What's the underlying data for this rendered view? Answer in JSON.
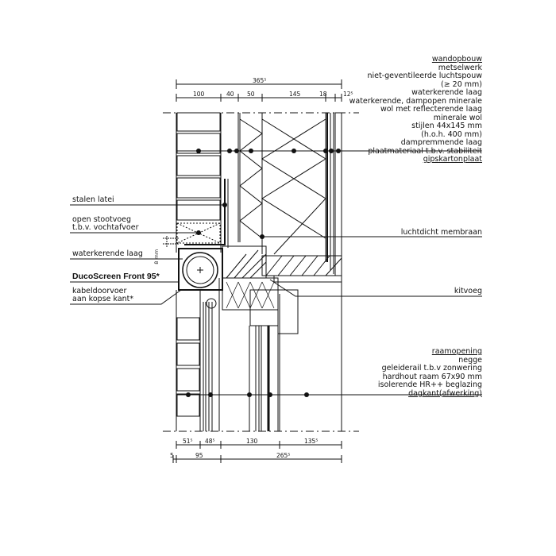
{
  "wall_legend": {
    "title": "wandopbouw",
    "items": [
      "metselwerk",
      "niet-geventileerde luchtspouw",
      "(≥ 20 mm)",
      "waterkerende laag",
      "waterkerende, dampopen minerale",
      "wol met reflecterende laag",
      "minerale wol",
      "stijlen 44x145 mm",
      "(h.o.h. 400 mm)",
      "dampremmende laag",
      "plaatmateriaal t.b.v. stabiliteit",
      "gipskartonplaat"
    ]
  },
  "window_legend": {
    "title": "raamopening",
    "items": [
      "negge",
      "geleiderail t.b.v zonwering",
      "hardhout raam 67x90 mm",
      "isolerende HR++ beglazing",
      "dagkant(afwerking)"
    ]
  },
  "left_labels": {
    "latei": "stalen latei",
    "stootvoeg_1": "open stootvoeg",
    "stootvoeg_2": "t.b.v. vochtafvoer",
    "waterkerend": "waterkerende laag",
    "product": "DucoScreen Front 95*",
    "kabel_1": "kabeldoorvoer",
    "kabel_2": "aan kopse kant*",
    "gap": "8 mm"
  },
  "right_labels": {
    "membraan": "luchtdicht membraan",
    "kitvoeg": "kitvoeg"
  },
  "dims_top": {
    "total": "365⁵",
    "parts": [
      "100",
      "40",
      "50",
      "145",
      "18",
      "12⁵"
    ]
  },
  "dims_bottom": {
    "row1": [
      "51⁵",
      "48⁵",
      "130",
      "135⁵"
    ],
    "row2": [
      "5",
      "95",
      "265⁵"
    ]
  }
}
